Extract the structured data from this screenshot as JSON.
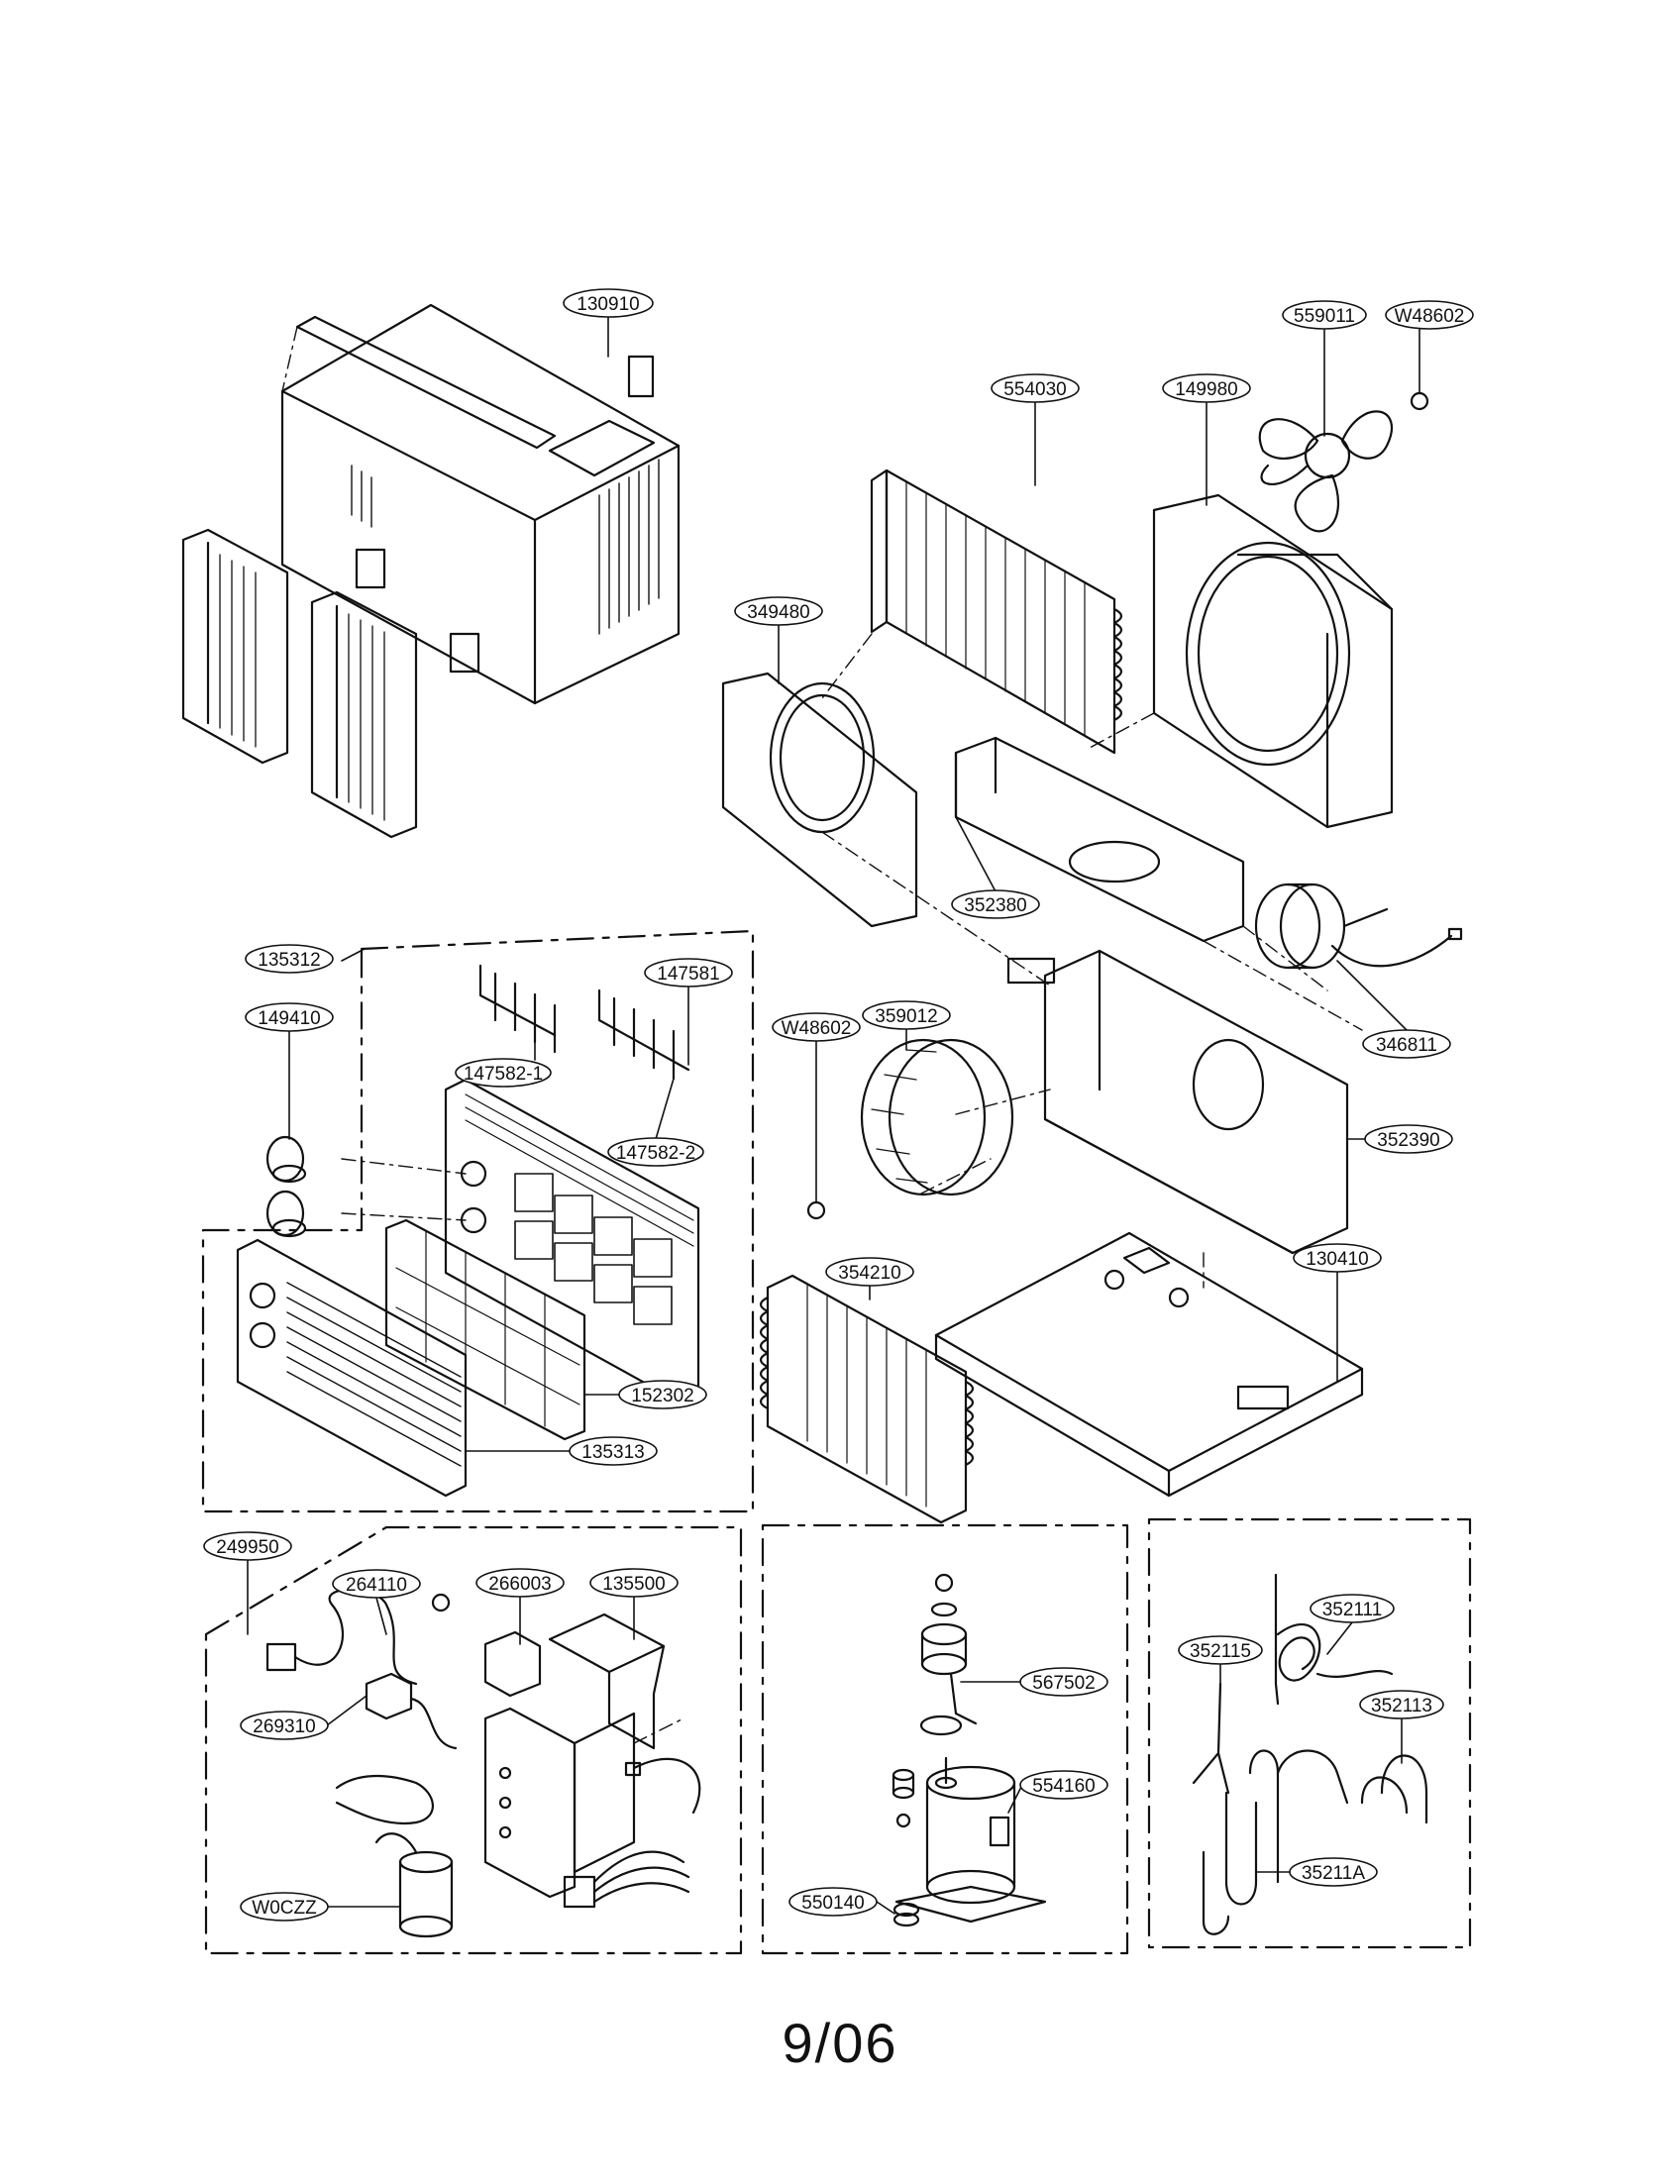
{
  "diagram": {
    "part_labels": [
      "130910",
      "559011",
      "W48602",
      "554030",
      "149980",
      "349480",
      "352380",
      "346811",
      "135312",
      "147581",
      "149410",
      "359012",
      "147582-1",
      "W48602",
      "352390",
      "147582-2",
      "354210",
      "130410",
      "152302",
      "135313",
      "249950",
      "264110",
      "266003",
      "135500",
      "269310",
      "W0CZZ",
      "567502",
      "554160",
      "550140",
      "352111",
      "352115",
      "352113",
      "35211A"
    ],
    "footer_text": "9/06"
  }
}
